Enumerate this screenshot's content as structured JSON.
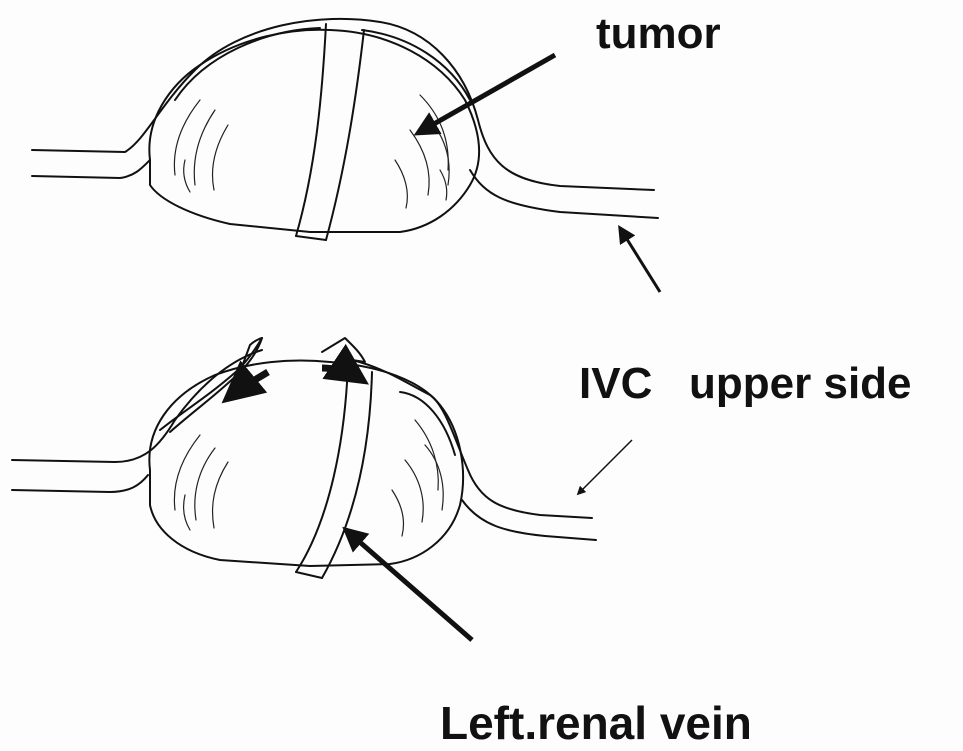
{
  "labels": {
    "tumor": "tumor",
    "ivc_upper_side": "IVC   upper side",
    "left_renal_vein": "Left.renal vein"
  },
  "colors": {
    "ink": "#111111",
    "paper": "#fdfdfd"
  }
}
